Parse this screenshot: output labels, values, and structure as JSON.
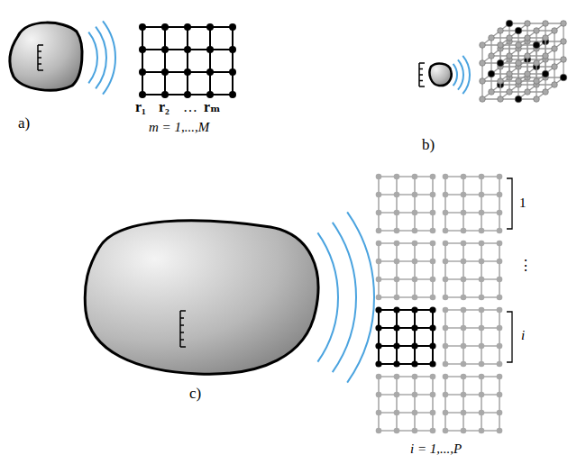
{
  "diagram": {
    "labels": [
      "a)",
      "r₁",
      "r₂",
      "…",
      "rₘ",
      "m = 1,...,M",
      "b)",
      "c)",
      "1",
      "⋮",
      "i",
      "i = 1,...,P"
    ]
  }
}
